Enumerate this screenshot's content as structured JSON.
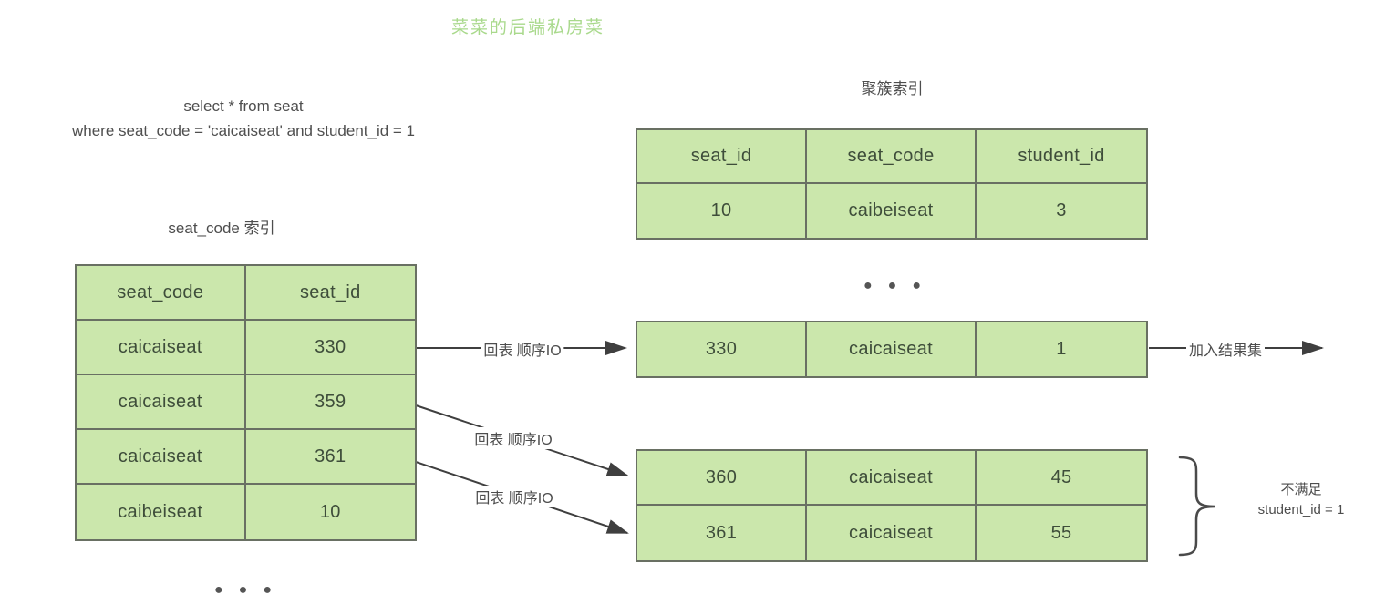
{
  "watermark": "菜菜的后端私房菜",
  "sql": {
    "line1": "select * from seat",
    "line2": "where seat_code = 'caicaiseat' and student_id = 1"
  },
  "left_table": {
    "title": "seat_code 索引",
    "headers": [
      "seat_code",
      "seat_id"
    ],
    "rows": [
      [
        "caicaiseat",
        "330"
      ],
      [
        "caicaiseat",
        "359"
      ],
      [
        "caicaiseat",
        "361"
      ],
      [
        "caibeiseat",
        "10"
      ]
    ]
  },
  "clustered_index_table": {
    "title": "聚簇索引",
    "headers": [
      "seat_id",
      "seat_code",
      "student_id"
    ],
    "rows": [
      [
        "10",
        "caibeiseat",
        "3"
      ]
    ]
  },
  "matched_row_table": {
    "rows": [
      [
        "330",
        "caicaiseat",
        "1"
      ]
    ]
  },
  "unmatched_table": {
    "rows": [
      [
        "360",
        "caicaiseat",
        "45"
      ],
      [
        "361",
        "caicaiseat",
        "55"
      ]
    ]
  },
  "labels": {
    "back_to_table_1": "回表 顺序IO",
    "back_to_table_2": "回表 顺序IO",
    "back_to_table_3": "回表 顺序IO",
    "add_to_result": "加入结果集",
    "not_satisfied_line1": "不满足",
    "not_satisfied_line2": "student_id = 1",
    "ellipsis_left": "●●●",
    "ellipsis_middle": "●●●"
  },
  "colors": {
    "cell_green": "#cbe7ac",
    "table_border": "#697063",
    "watermark_green": "#a9d98c",
    "cell_text": "#3e4d3a",
    "label_text": "#4d4d4d",
    "arrow": "#3f3f3f"
  }
}
